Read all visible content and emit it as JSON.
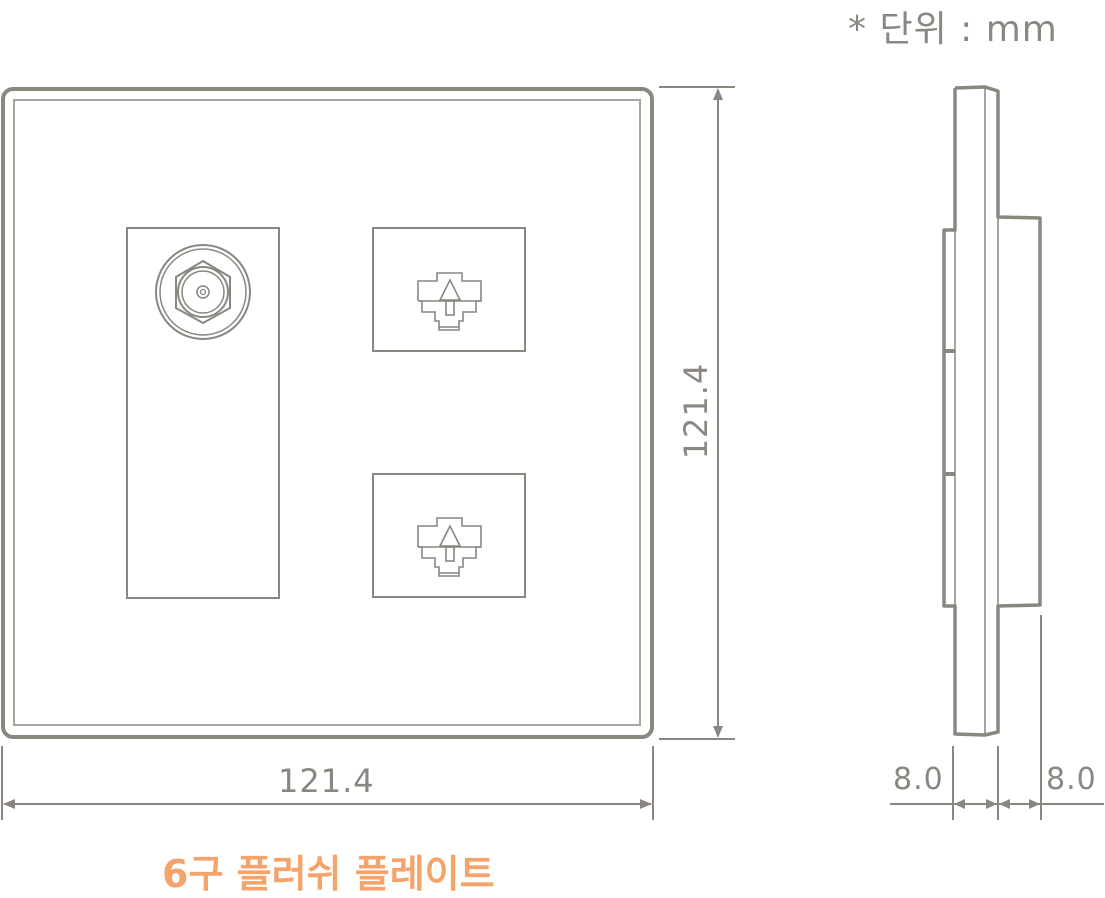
{
  "header": {
    "unit_note": "* 단위 : mm"
  },
  "front_view": {
    "width_label": "121.4",
    "height_label": "121.4",
    "modules": [
      {
        "type": "coaxial-tv-outlet",
        "position": "left-tall"
      },
      {
        "type": "rj45-jack",
        "position": "right-top"
      },
      {
        "type": "rj45-jack",
        "position": "right-bottom"
      }
    ]
  },
  "side_view": {
    "depth_front_label": "8.0",
    "depth_back_label": "8.0"
  },
  "caption": {
    "title": "6구 플러쉬 플레이트"
  },
  "colors": {
    "line": "#8a8680",
    "line_light": "#a8a49e",
    "caption": "#f4a36a",
    "background": "#ffffff"
  }
}
